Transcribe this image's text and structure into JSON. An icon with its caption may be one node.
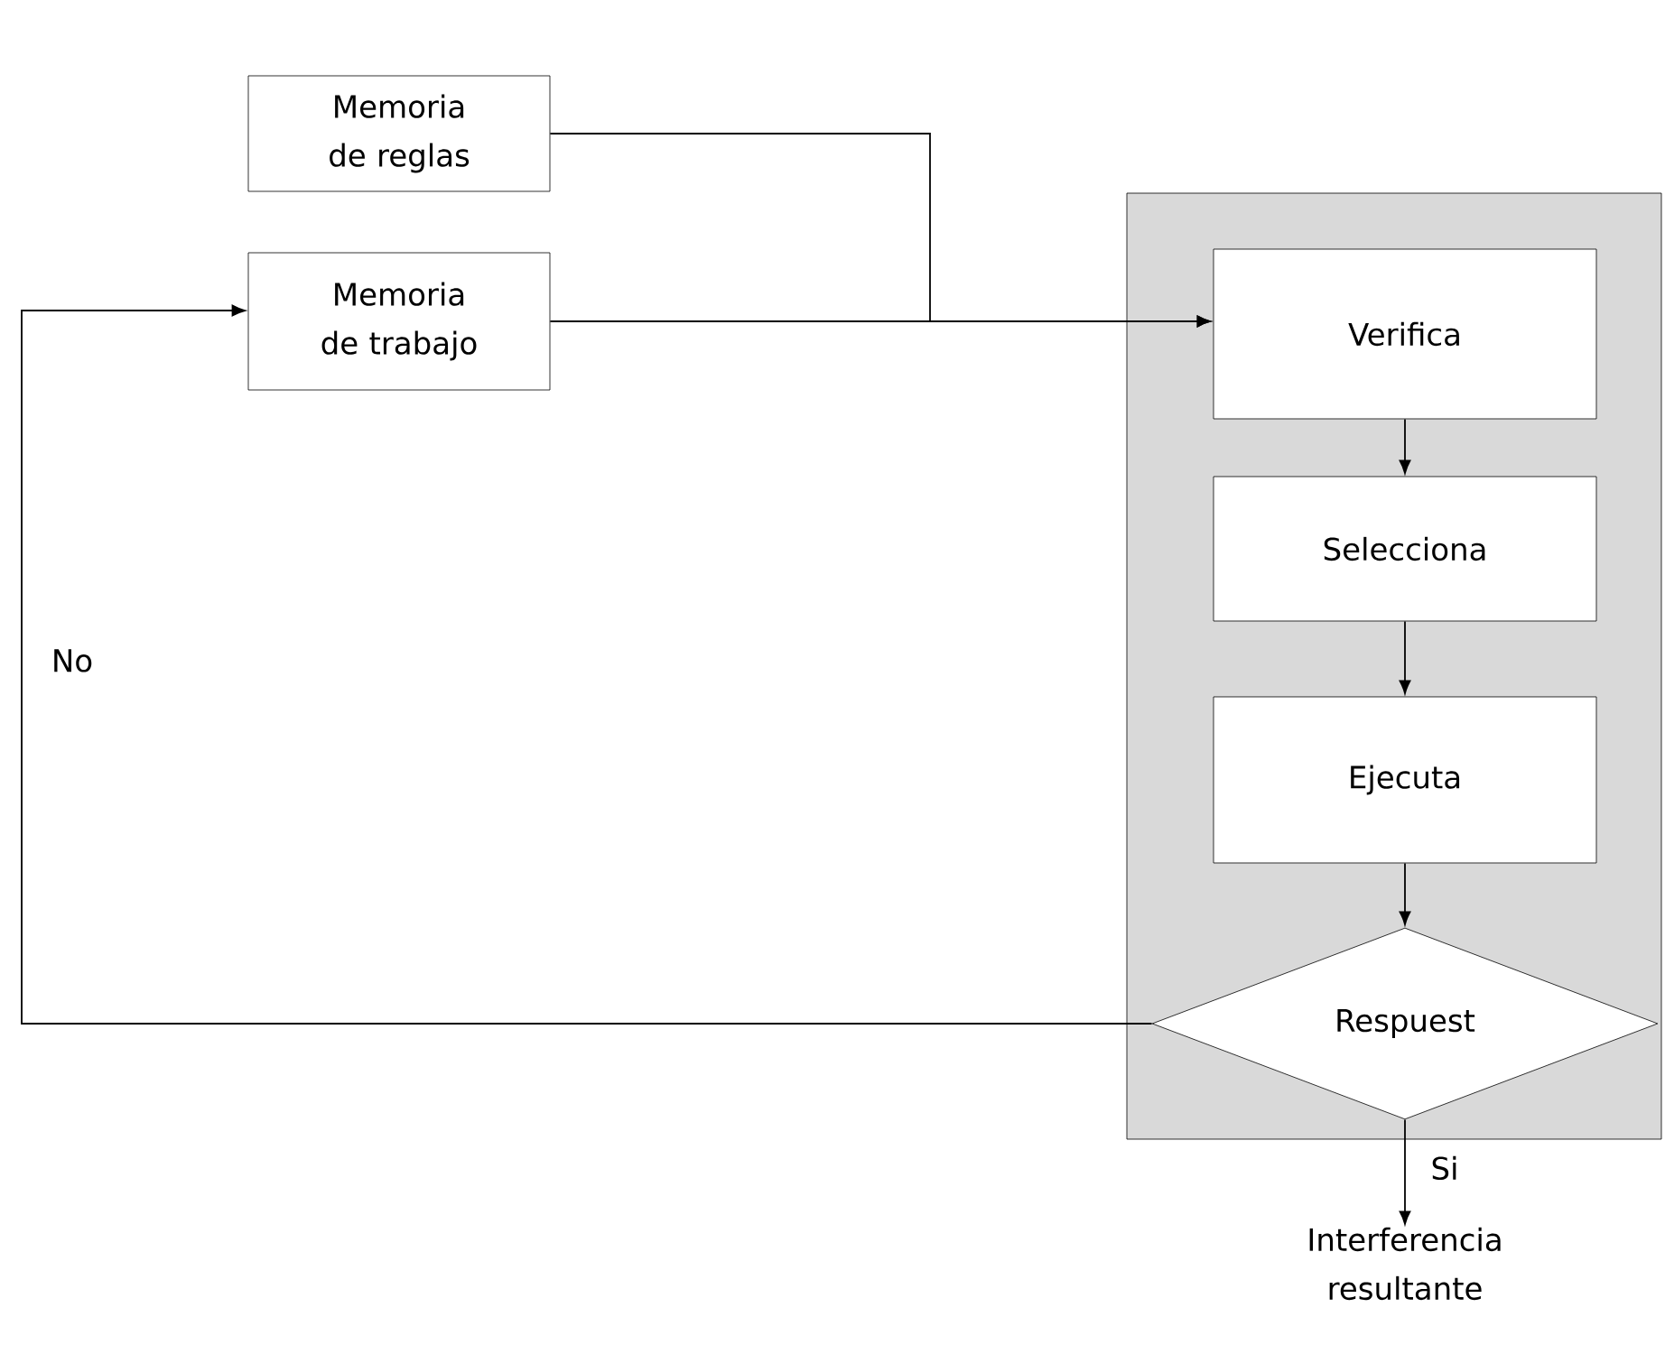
{
  "diagram": {
    "nodes": [
      {
        "text": [
          "Memoria de reglas"
        ]
      },
      {
        "text": [
          "Memoria de trabajo"
        ]
      },
      {
        "text": [],
        "shape": "box"
      },
      {
        "text": [
          "Verifica"
        ],
        "in": 2
      },
      {
        "text": [
          "Selecciona"
        ],
        "in": 2
      },
      {
        "text": [
          "Ejecuta"
        ],
        "in": 2
      },
      {
        "text": [
          "Respuest"
        ],
        "in": 2
      },
      {
        "text": [
          "Interferencia resultante"
        ]
      }
    ],
    "edges": [
      {
        "from": 0,
        "to": 3,
        "arrow": "to"
      },
      {
        "from": 1,
        "to": 3,
        "arrow": "to"
      },
      {
        "from": 3,
        "to": 4,
        "arrow": "to"
      },
      {
        "from": 4,
        "to": 5,
        "arrow": "to"
      },
      {
        "from": 5,
        "to": 6,
        "arrow": "to"
      },
      {
        "from": 6,
        "to": 1,
        "arrow": "to",
        "label": "No"
      },
      {
        "from": 6,
        "to": 7,
        "arrow": "to",
        "label": "Si"
      }
    ]
  }
}
